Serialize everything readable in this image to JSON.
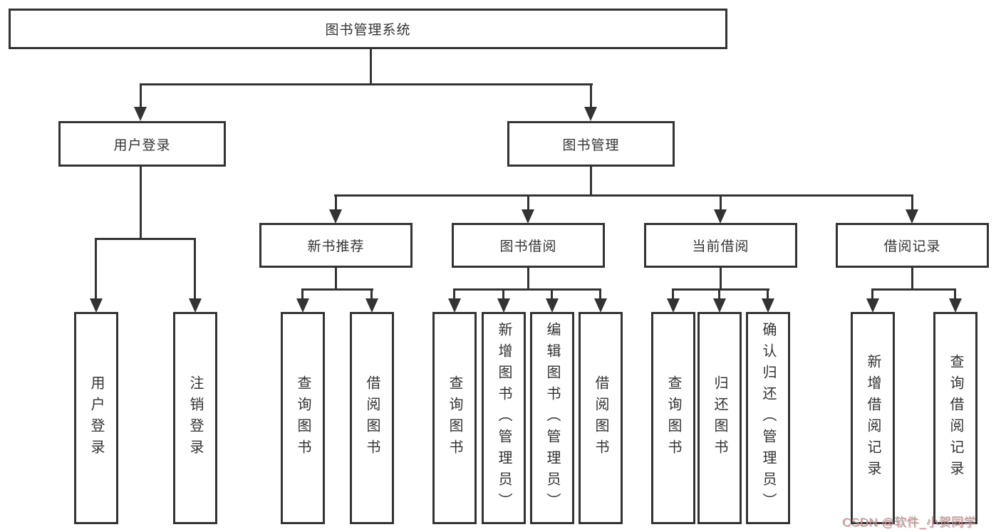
{
  "diagram": {
    "title": "图书管理系统",
    "branches": [
      {
        "label": "用户登录",
        "children": [
          {
            "label": "用户登录"
          },
          {
            "label": "注销登录"
          }
        ]
      },
      {
        "label": "图书管理",
        "groups": [
          {
            "label": "新书推荐",
            "children": [
              {
                "label": "查询图书"
              },
              {
                "label": "借阅图书"
              }
            ]
          },
          {
            "label": "图书借阅",
            "children": [
              {
                "label": "查询图书"
              },
              {
                "label": "新增图书（管理员）"
              },
              {
                "label": "编辑图书（管理员）"
              },
              {
                "label": "借阅图书"
              }
            ]
          },
          {
            "label": "当前借阅",
            "children": [
              {
                "label": "查询图书"
              },
              {
                "label": "归还图书"
              },
              {
                "label": "确认归还（管理员）"
              }
            ]
          },
          {
            "label": "借阅记录",
            "children": [
              {
                "label": "新增借阅记录"
              },
              {
                "label": "查询借阅记录"
              }
            ]
          }
        ]
      }
    ]
  },
  "watermark": "CSDN @软件_小贺同学",
  "colors": {
    "line": "#333333",
    "text": "#333333",
    "background": "#ffffff",
    "watermark": "#a8a2a2",
    "watermark_accent": "#de4646"
  }
}
